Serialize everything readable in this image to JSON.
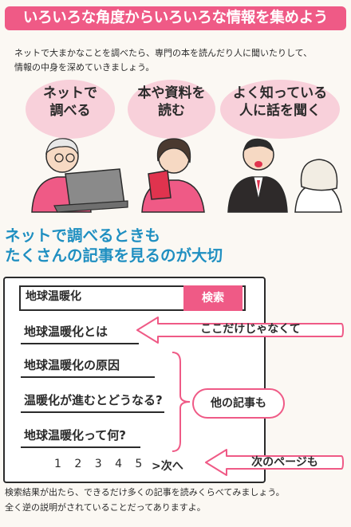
{
  "banner": {
    "title": "いろいろな角度からいろいろな情報を集めよう"
  },
  "intro": {
    "line1": "ネットで大まかなことを調べたら、専門の本を読んだり人に聞いたりして、",
    "line2": "情報の中身を深めていきましょう。"
  },
  "methods": [
    {
      "label_l1": "ネットで",
      "label_l2": "調べる"
    },
    {
      "label_l1": "本や資料を",
      "label_l2": "読む"
    },
    {
      "label_l1": "よく知っている",
      "label_l2": "人に話を聞く"
    }
  ],
  "heading": {
    "line1": "ネットで調べるときも",
    "line2": "たくさんの記事を見るのが大切"
  },
  "search": {
    "query": "地球温暖化",
    "button_label": "検索"
  },
  "results": [
    "地球温暖化とは",
    "地球温暖化の原因",
    "温暖化が進むとどうなる?",
    "地球温暖化って何?"
  ],
  "pagination": {
    "pages": "1 2 3 4 5",
    "next_label": ">次へ"
  },
  "callouts": {
    "not_only": "ここだけじゃなくて",
    "other_articles": "他の記事も",
    "next_page": "次のページも"
  },
  "footer": {
    "line1": "検索結果が出たら、できるだけ多くの記事を読みくらべてみましょう。",
    "line2": "全く逆の説明がされていることだってありますよ。"
  },
  "colors": {
    "accent_pink": "#ef5a86",
    "soft_pink": "#f8d0da",
    "heading_blue": "#1f8fc1"
  }
}
